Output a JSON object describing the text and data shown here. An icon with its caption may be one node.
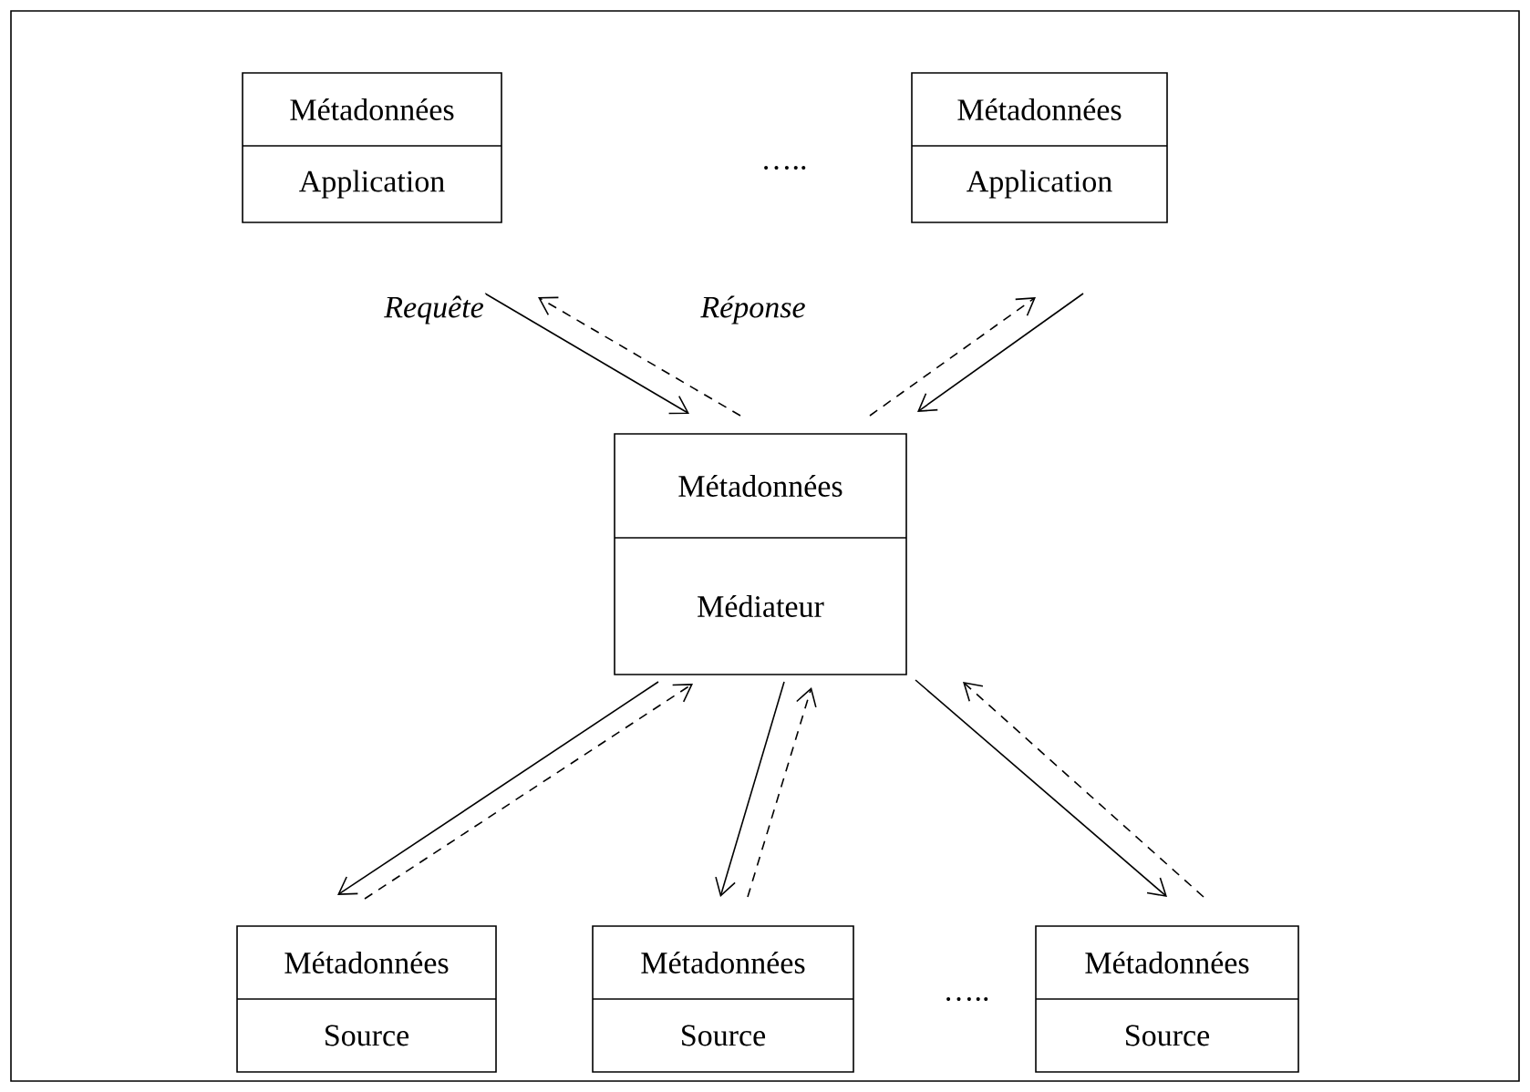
{
  "diagram": {
    "nodes": [
      {
        "text": [
          "Métadonnées",
          "Application"
        ]
      },
      {
        "text": [
          "Métadonnées",
          "Application"
        ]
      },
      {
        "text": [
          "Métadonnées",
          "Médiateur"
        ]
      },
      {
        "text": [
          "Métadonnées",
          "Source"
        ]
      },
      {
        "text": [
          "Métadonnées",
          "Source"
        ]
      },
      {
        "text": [
          "Métadonnées",
          "Source"
        ]
      }
    ],
    "edges": [
      {
        "from": 0,
        "to": 2,
        "arrow": "to",
        "label": "Requête"
      },
      {
        "from": 2,
        "to": 0,
        "arrow": "to",
        "style": "dashed",
        "label": "Réponse"
      },
      {
        "from": 1,
        "to": 2,
        "arrow": "to"
      },
      {
        "from": 2,
        "to": 1,
        "arrow": "to",
        "style": "dashed"
      },
      {
        "from": 2,
        "to": 3,
        "arrow": "to"
      },
      {
        "from": 3,
        "to": 2,
        "arrow": "to",
        "style": "dashed"
      },
      {
        "from": 2,
        "to": 4,
        "arrow": "to"
      },
      {
        "from": 4,
        "to": 2,
        "arrow": "to",
        "style": "dashed"
      },
      {
        "from": 2,
        "to": 5,
        "arrow": "to"
      },
      {
        "from": 5,
        "to": 2,
        "arrow": "to",
        "style": "dashed"
      }
    ],
    "labels": [
      "…..",
      "….."
    ]
  }
}
